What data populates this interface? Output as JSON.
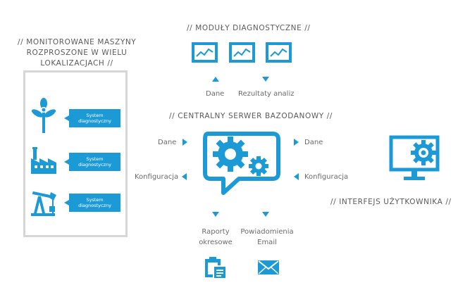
{
  "headings": {
    "modules": "// MODUŁY DIAGNOSTYCZNE //",
    "machines_line1": "// MONITOROWANE MASZYNY",
    "machines_line2": "ROZPROSZONE W WIELU",
    "machines_line3": "LOKALIZACJACH //",
    "server": "// CENTRALNY SERWER BAZODANOWY //",
    "user_interface": "// INTERFEJS UŻYTKOWNIKA //"
  },
  "modules": {
    "data_label": "Dane",
    "results_label": "Rezultaty analiz"
  },
  "machines": {
    "items": [
      {
        "icon": "wind-turbine-icon",
        "badge_line1": "System",
        "badge_line2": "diagnostyczny"
      },
      {
        "icon": "factory-icon",
        "badge_line1": "System",
        "badge_line2": "diagnostyczny"
      },
      {
        "icon": "oil-pump-icon",
        "badge_line1": "System",
        "badge_line2": "diagnostyczny"
      }
    ]
  },
  "server": {
    "left_data": "Dane",
    "left_config": "Konfiguracja",
    "right_data": "Dane",
    "right_config": "Konfiguracja"
  },
  "outputs": {
    "reports_line1": "Raporty",
    "reports_line2": "okresowe",
    "notifications_line1": "Powiadomienia",
    "notifications_line2": "Email"
  },
  "colors": {
    "accent": "#1b9ad6",
    "panel_border": "#d6d6d6",
    "text": "#5a5a5a"
  }
}
